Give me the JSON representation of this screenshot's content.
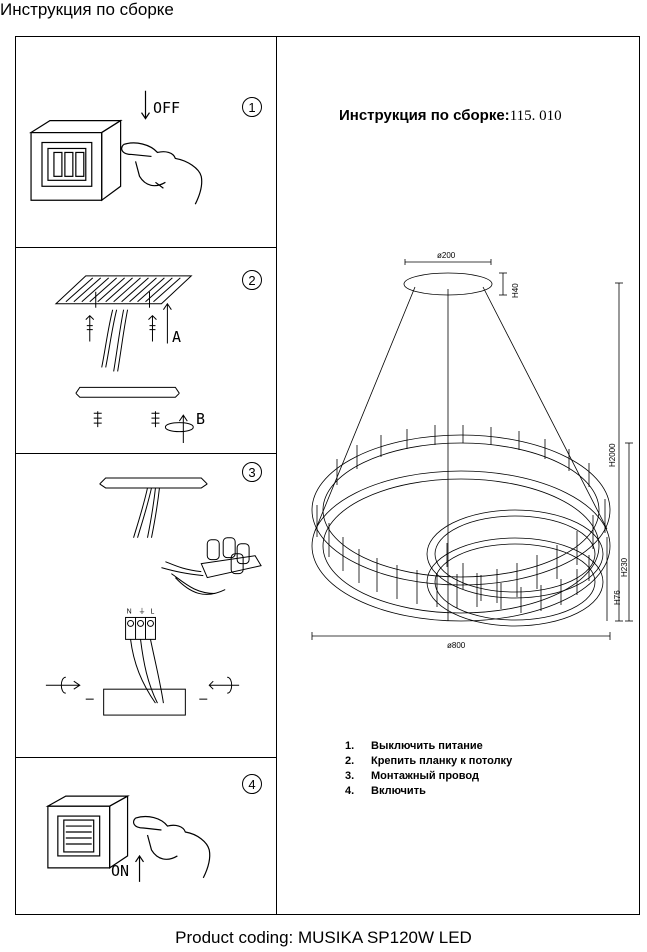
{
  "page_title": "Инструкция по сборке",
  "steps": [
    {
      "number": "1",
      "label": "OFF"
    },
    {
      "number": "2",
      "label_a": "A",
      "label_b": "B"
    },
    {
      "number": "3"
    },
    {
      "number": "4",
      "label": "ON"
    }
  ],
  "diagram": {
    "title": "Инструкция по сборке:",
    "code": "115. 010",
    "dimensions": {
      "canopy_diameter": "ø200",
      "canopy_height": "H40",
      "total_height": "H2000",
      "ring_height": "H230",
      "ring_band": "H76",
      "ring_diameter": "ø800"
    }
  },
  "instructions": [
    {
      "num": "1.",
      "text": "Выключить питание"
    },
    {
      "num": "2.",
      "text": "Крепить планку к потолку"
    },
    {
      "num": "3.",
      "text": "Монтажный провод"
    },
    {
      "num": "4.",
      "text": "Включить"
    }
  ],
  "terminal_marks": [
    "N",
    "⏚",
    "L"
  ],
  "footer": "Product coding: MUSIKA SP120W LED",
  "colors": {
    "line": "#000000",
    "background": "#ffffff"
  }
}
